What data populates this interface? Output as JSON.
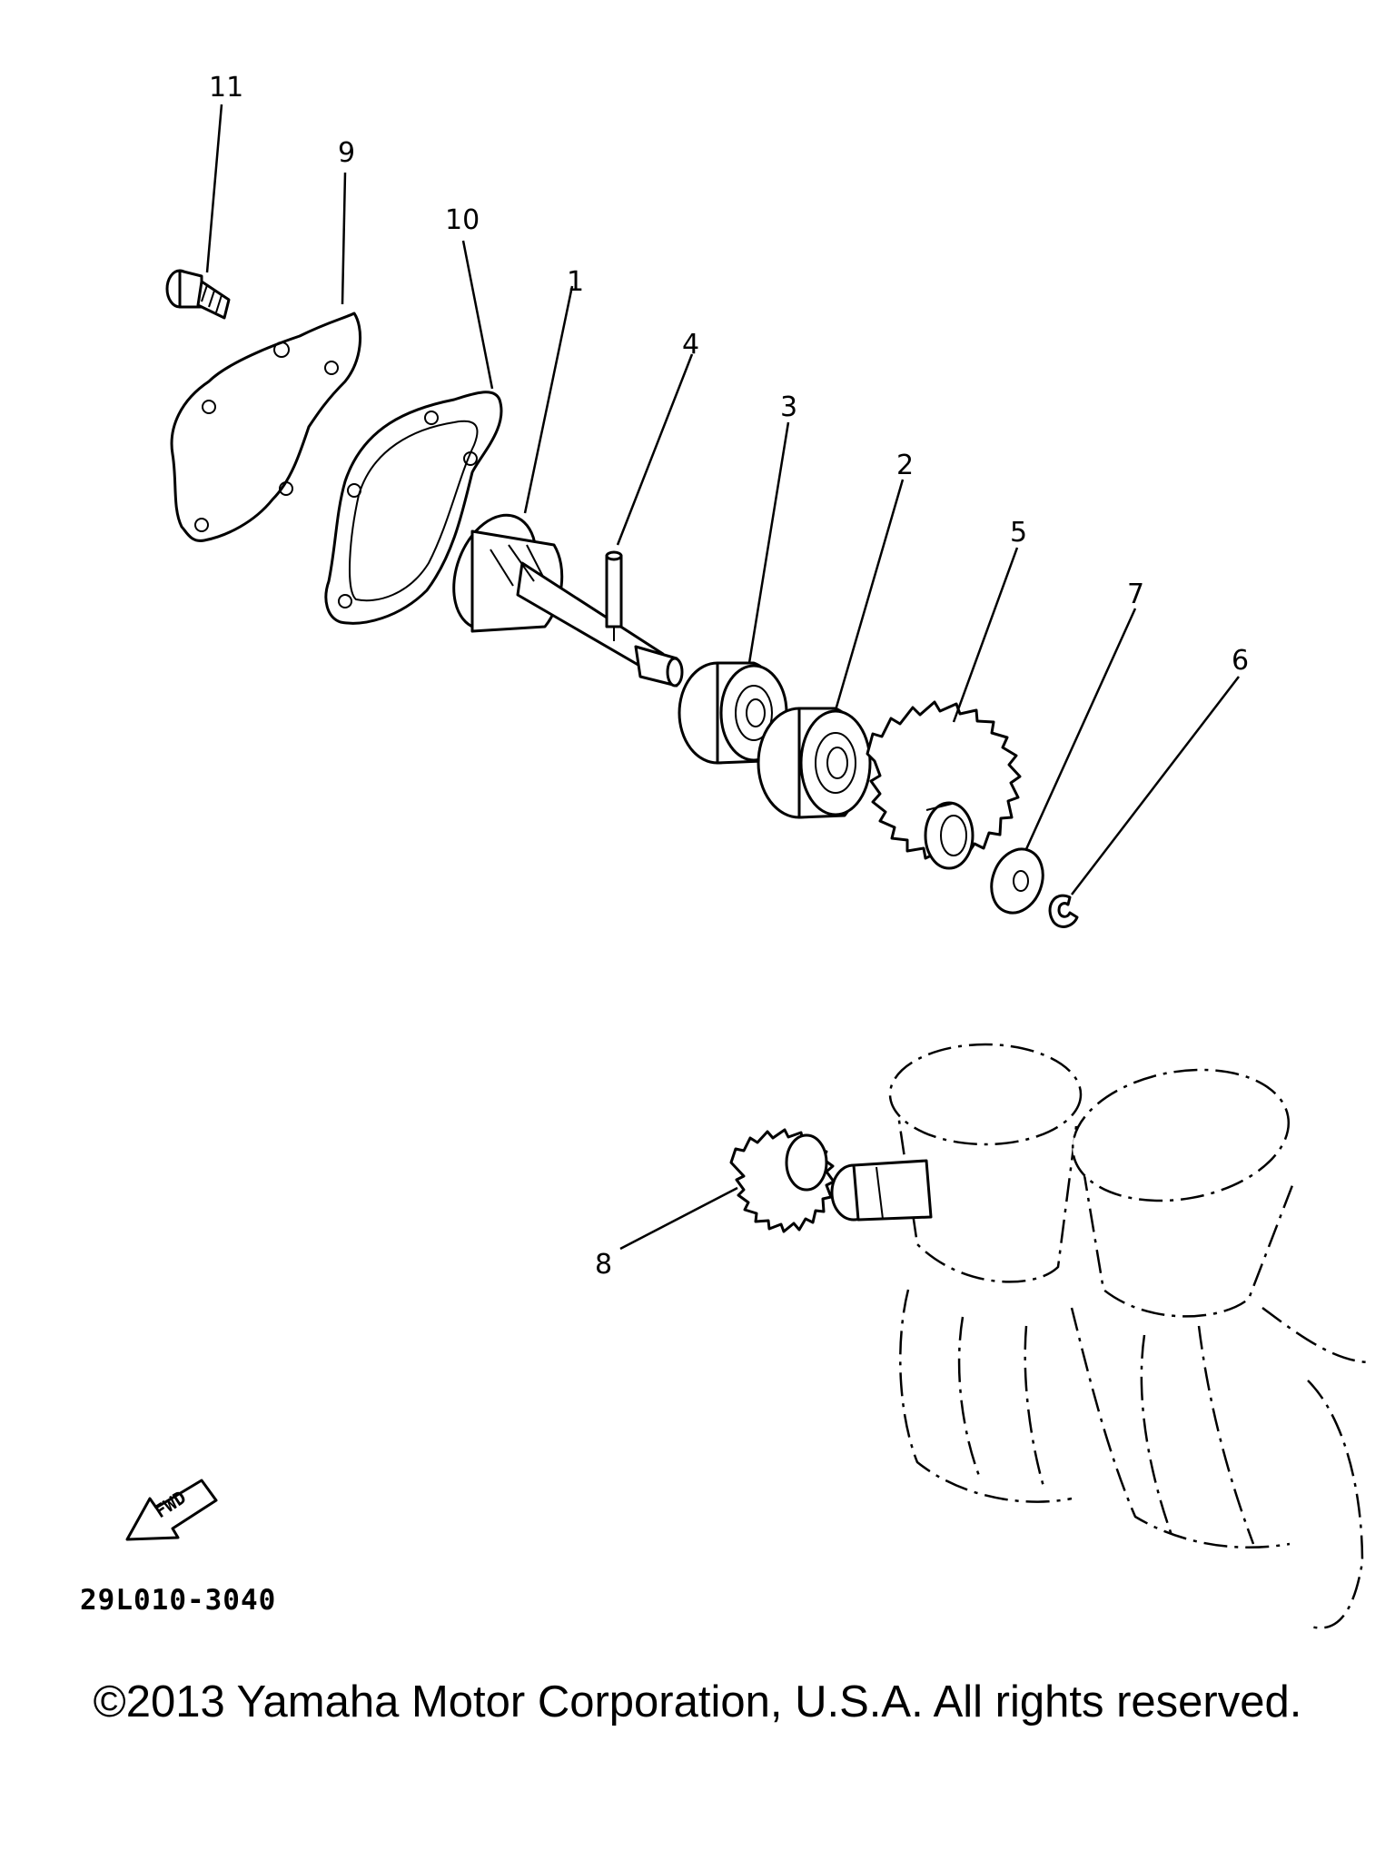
{
  "diagram": {
    "callouts": [
      {
        "id": "11",
        "label": "11"
      },
      {
        "id": "9",
        "label": "9"
      },
      {
        "id": "10",
        "label": "10"
      },
      {
        "id": "1",
        "label": "1"
      },
      {
        "id": "4",
        "label": "4"
      },
      {
        "id": "3",
        "label": "3"
      },
      {
        "id": "2",
        "label": "2"
      },
      {
        "id": "5",
        "label": "5"
      },
      {
        "id": "7",
        "label": "7"
      },
      {
        "id": "6",
        "label": "6"
      },
      {
        "id": "8",
        "label": "8"
      }
    ],
    "fwd_label": "FWD",
    "code": "29L010-3040"
  },
  "footer": {
    "copyright": "©2013 Yamaha Motor Corporation, U.S.A. All rights reserved."
  }
}
